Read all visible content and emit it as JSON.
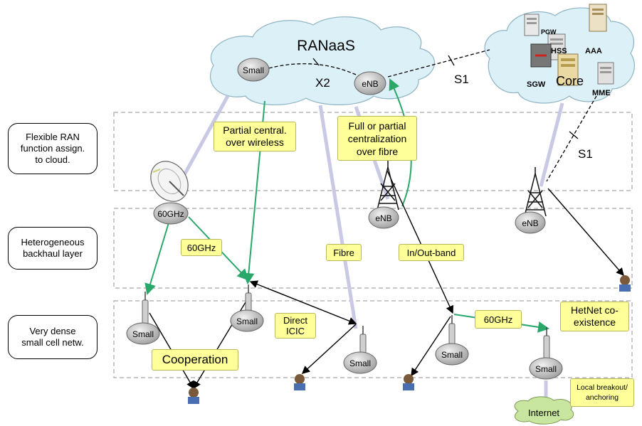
{
  "cloud": {
    "title": "RANaaS",
    "x2_label": "X2",
    "s1_label": "S1"
  },
  "core": {
    "title": "Core",
    "pgw": "PGW",
    "hss": "HSS",
    "aaa": "AAA",
    "sgw": "SGW",
    "mme": "MME",
    "s1_label": "S1"
  },
  "layers": [
    {
      "label": "Flexible RAN\nfunction assign.\nto cloud."
    },
    {
      "label": "Heterogeneous\nbackhaul layer"
    },
    {
      "label": "Very dense\nsmall cell netw."
    }
  ],
  "notes": {
    "partial_central": "Partial central.\nover wireless",
    "full_partial": "Full or partial\ncentralization\nover fibre",
    "ghz_backhaul": "60GHz",
    "fibre": "Fibre",
    "inout_band": "In/Out-band",
    "direct_icic": "Direct\nICIC",
    "cooperation": "Cooperation",
    "ghz_small": "60GHz",
    "hetnet": "HetNet co-\nexistence",
    "local_breakout": "Local breakout/\nanchoring"
  },
  "nodes": {
    "cloud_small": "Small",
    "cloud_enb": "eNB",
    "ghz_node": "60GHz",
    "enb_mid": "eNB",
    "enb_right": "eNB",
    "small_1": "Small",
    "small_2": "Small",
    "small_3": "Small",
    "small_4": "Small",
    "small_5": "Small",
    "internet": "Internet"
  },
  "colors": {
    "cloud_fill": "#dcf0f7",
    "core_cloud_fill": "#dcf0f7",
    "note_fill": "#ffff99",
    "wireless_green": "#2aa86a",
    "fibre_lavender": "#c9c9e6",
    "node_gray": "#bfbfbf",
    "internet_green": "#c9e6a0"
  }
}
